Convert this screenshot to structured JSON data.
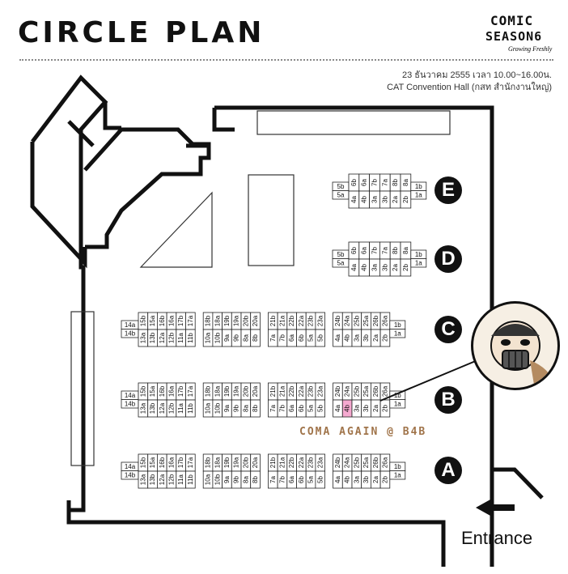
{
  "title": "CIRCLE PLAN",
  "logo": {
    "line1": "COMIC",
    "line2": "SEASON6",
    "line3": "Growing Freshly"
  },
  "event": {
    "date_time": "23 ธันวาคม 2555 เวลา 10.00~16.00น.",
    "venue": "CAT Convention Hall (กสท สำนักงานใหญ่)"
  },
  "booth_label": "COMA AGAIN @ B4B",
  "entrance": "Entrance",
  "highlight_color": "#f5a9d0",
  "rows": {
    "E": {
      "letter": "E",
      "small": [
        [
          "5b",
          "5a"
        ],
        [
          "6b",
          "4a"
        ],
        [
          "6a",
          "4b"
        ],
        [
          "7b",
          "3a"
        ],
        [
          "7a",
          "3b"
        ],
        [
          "8b",
          "2a"
        ],
        [
          "8a",
          "2b"
        ],
        [
          "1b",
          "1a"
        ]
      ]
    },
    "D": {
      "letter": "D",
      "small": [
        [
          "5b",
          "5a"
        ],
        [
          "6b",
          "4a"
        ],
        [
          "6a",
          "4b"
        ],
        [
          "7b",
          "3a"
        ],
        [
          "7a",
          "3b"
        ],
        [
          "8b",
          "2a"
        ],
        [
          "8a",
          "2b"
        ],
        [
          "1b",
          "1a"
        ]
      ]
    },
    "C": {
      "letter": "C"
    },
    "B": {
      "letter": "B"
    },
    "A": {
      "letter": "A"
    }
  },
  "long_row": [
    [
      "14a",
      "14b"
    ],
    [
      "15b",
      "13a"
    ],
    [
      "15a",
      "13b"
    ],
    [
      "16b",
      "12a"
    ],
    [
      "16a",
      "12b"
    ],
    [
      "17b",
      "11a"
    ],
    [
      "17a",
      "11b"
    ],
    [
      "18b",
      "10a"
    ],
    [
      "18a",
      "10b"
    ],
    [
      "19b",
      "9a"
    ],
    [
      "19a",
      "9b"
    ],
    [
      "20b",
      "8a"
    ],
    [
      "20a",
      "8b"
    ],
    [
      "21b",
      "7a"
    ],
    [
      "21a",
      "7b"
    ],
    [
      "22b",
      "6a"
    ],
    [
      "22a",
      "6b"
    ],
    [
      "23b",
      "5a"
    ],
    [
      "23a",
      "5b"
    ],
    [
      "24b",
      "4a"
    ],
    [
      "24a",
      "4b"
    ],
    [
      "25b",
      "3a"
    ],
    [
      "25a",
      "3b"
    ],
    [
      "26b",
      "2a"
    ],
    [
      "26a",
      "2b"
    ],
    [
      "1b",
      "1a"
    ]
  ]
}
